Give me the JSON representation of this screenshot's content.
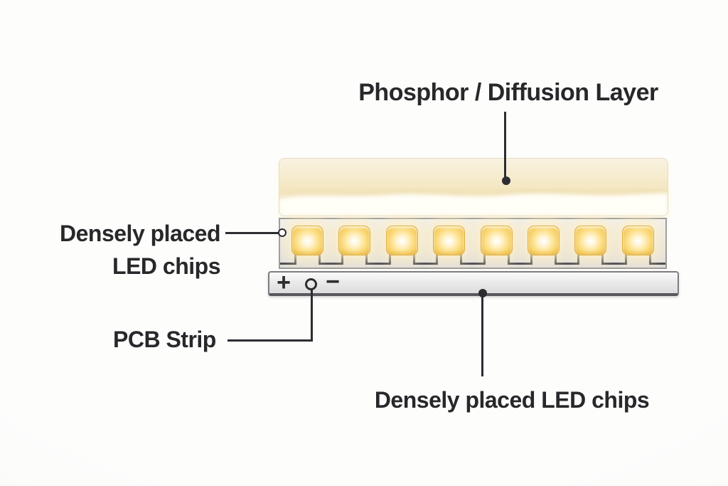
{
  "labels": {
    "phosphor_layer": "Phosphor / Diffusion Layer",
    "led_chips_left_line1": "Densely placed",
    "led_chips_left_line2": "LED chips",
    "pcb_strip": "PCB Strip",
    "led_chips_bottom": "Densely placed LED chips"
  },
  "pcb": {
    "plus_symbol": "+",
    "minus_symbol": "−",
    "connector_symbol": "o"
  },
  "diagram": {
    "chip_count": 8,
    "layers_top_to_bottom": [
      "Phosphor / Diffusion Layer",
      "Densely placed LED chips",
      "PCB Strip"
    ]
  },
  "colors": {
    "background": "#fcfcfb",
    "label_text": "#28282b",
    "annotation_line": "#2d2d31",
    "chip_gold": "#f6cf63",
    "chip_glow": "#fff4d2",
    "diffusion_cream": "#f3e6c0",
    "band_fill": "#e8e5e0",
    "pcb_fill": "#eaeaea",
    "component_outline": "#4b4b4f"
  }
}
